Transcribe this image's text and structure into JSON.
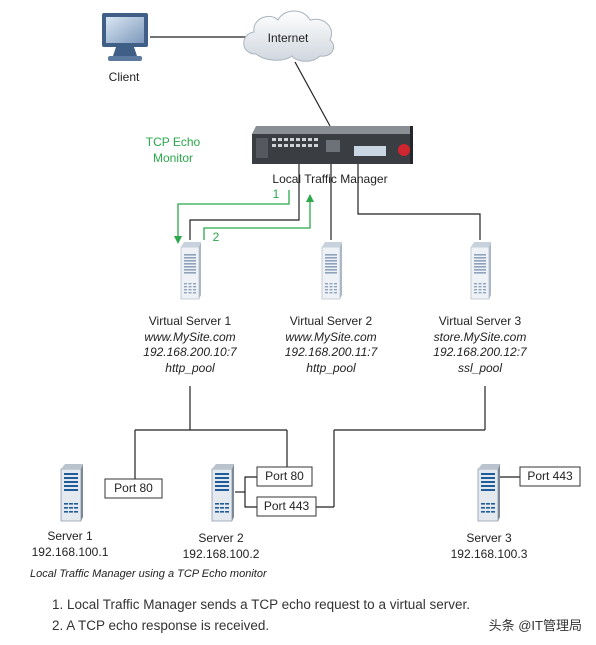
{
  "diagram": {
    "client_label": "Client",
    "internet_label": "Internet",
    "ltm_label": "Local Traffic Manager",
    "monitor_label_line1": "TCP Echo",
    "monitor_label_line2": "Monitor",
    "arrow_1_label": "1",
    "arrow_2_label": "2",
    "virtual_servers": [
      {
        "name": "Virtual Server 1",
        "host": "www.MySite.com",
        "address": "192.168.200.10:7",
        "pool": "http_pool"
      },
      {
        "name": "Virtual Server 2",
        "host": "www.MySite.com",
        "address": "192.168.200.11:7",
        "pool": "http_pool"
      },
      {
        "name": "Virtual Server 3",
        "host": "store.MySite.com",
        "address": "192.168.200.12:7",
        "pool": "ssl_pool"
      }
    ],
    "servers": [
      {
        "name": "Server 1",
        "address": "192.168.100.1",
        "ports": [
          "Port 80"
        ]
      },
      {
        "name": "Server 2",
        "address": "192.168.100.2",
        "ports": [
          "Port 80",
          "Port 443"
        ]
      },
      {
        "name": "Server 3",
        "address": "192.168.100.3",
        "ports": [
          "Port 443"
        ]
      }
    ],
    "colors": {
      "monitor_green": "#2aa84a",
      "line": "#222222",
      "server_body": "#e6ecf2",
      "server_stripe": "#8fa3bd"
    }
  },
  "caption": "Local Traffic Manager using a TCP Echo monitor",
  "steps": [
    "1. Local Traffic Manager sends a TCP echo request to a virtual server.",
    "2. A TCP echo response is received."
  ],
  "watermark": "头条 @IT管理局"
}
